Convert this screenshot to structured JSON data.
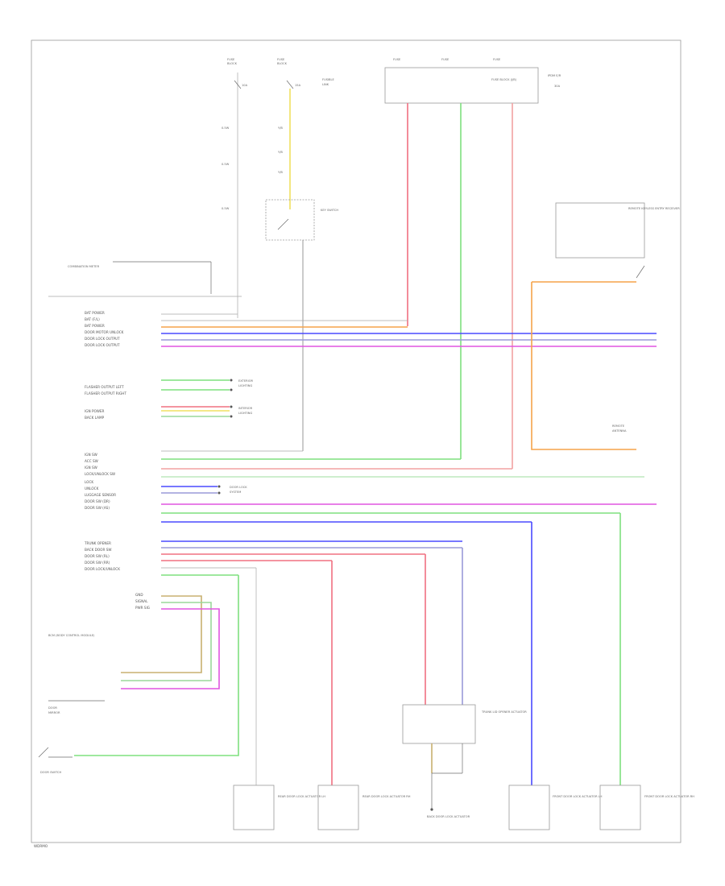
{
  "figure_label": "WDRMO",
  "colors": {
    "orange": "#f5a34a",
    "blue": "#4a4aff",
    "purple": "#9a9ad8",
    "magenta": "#e055e0",
    "green": "#7fe07f",
    "red": "#f07080",
    "pink": "#f2a2a2",
    "yellow": "#f0e060",
    "olive": "#c8b070",
    "gray": "#b0b0b0"
  },
  "left_pins": {
    "block1": [
      "BAT POWER",
      "BAT (F/L)",
      "BAT POWER",
      "DOOR MOTOR UNLOCK",
      "DOOR LOCK OUTPUT",
      "DOOR LOCK OUTPUT"
    ],
    "block2": [
      "FLASHER OUTPUT LEFT",
      "FLASHER OUTPUT RIGHT"
    ],
    "block3": [
      "IGN POWER",
      "BACK LAMP"
    ],
    "block4": [
      "IGN SW",
      "ACC SW",
      "IGN SW",
      "LOCK/UNLOCK SW",
      "LOCK",
      "UNLOCK",
      "LUGGAGE SENSOR",
      "DOOR SW (DR)",
      "DOOR SW (AS)"
    ],
    "block5": [
      "TRUNK OPENER",
      "BACK DOOR SW",
      "DOOR SW (RL)",
      "DOOR SW (RR)",
      "DOOR LOCK/UNLOCK"
    ],
    "block6": [
      "GND",
      "SIGNAL",
      "PWR SIG"
    ]
  },
  "components": {
    "bcm": "BCM (BODY CONTROL MODULE)",
    "key_switch": "KEY SWITCH",
    "fuse_block": "FUSE BLOCK (J/B)",
    "ipdm": "IPDM E/R",
    "remote_keyless": "REMOTE KEYLESS ENTRY RECEIVER",
    "door_lock_actuator_rl": "REAR DOOR LOCK ACTUATOR LH",
    "door_lock_actuator_rr": "REAR DOOR LOCK ACTUATOR RH",
    "front_door_lh": "FRONT DOOR LOCK ACTUATOR LH",
    "front_door_rh": "FRONT DOOR LOCK ACTUATOR RH",
    "trunk_opener": "TRUNK LID OPENER ACTUATOR",
    "door_switch": "DOOR SWITCH",
    "back_door": "BACK DOOR LOCK ACTUATOR",
    "combination_meter": "COMBINATION METER",
    "fuse_30a": "30A",
    "fuse_10a": "10A",
    "fuse_15a": "15A"
  }
}
